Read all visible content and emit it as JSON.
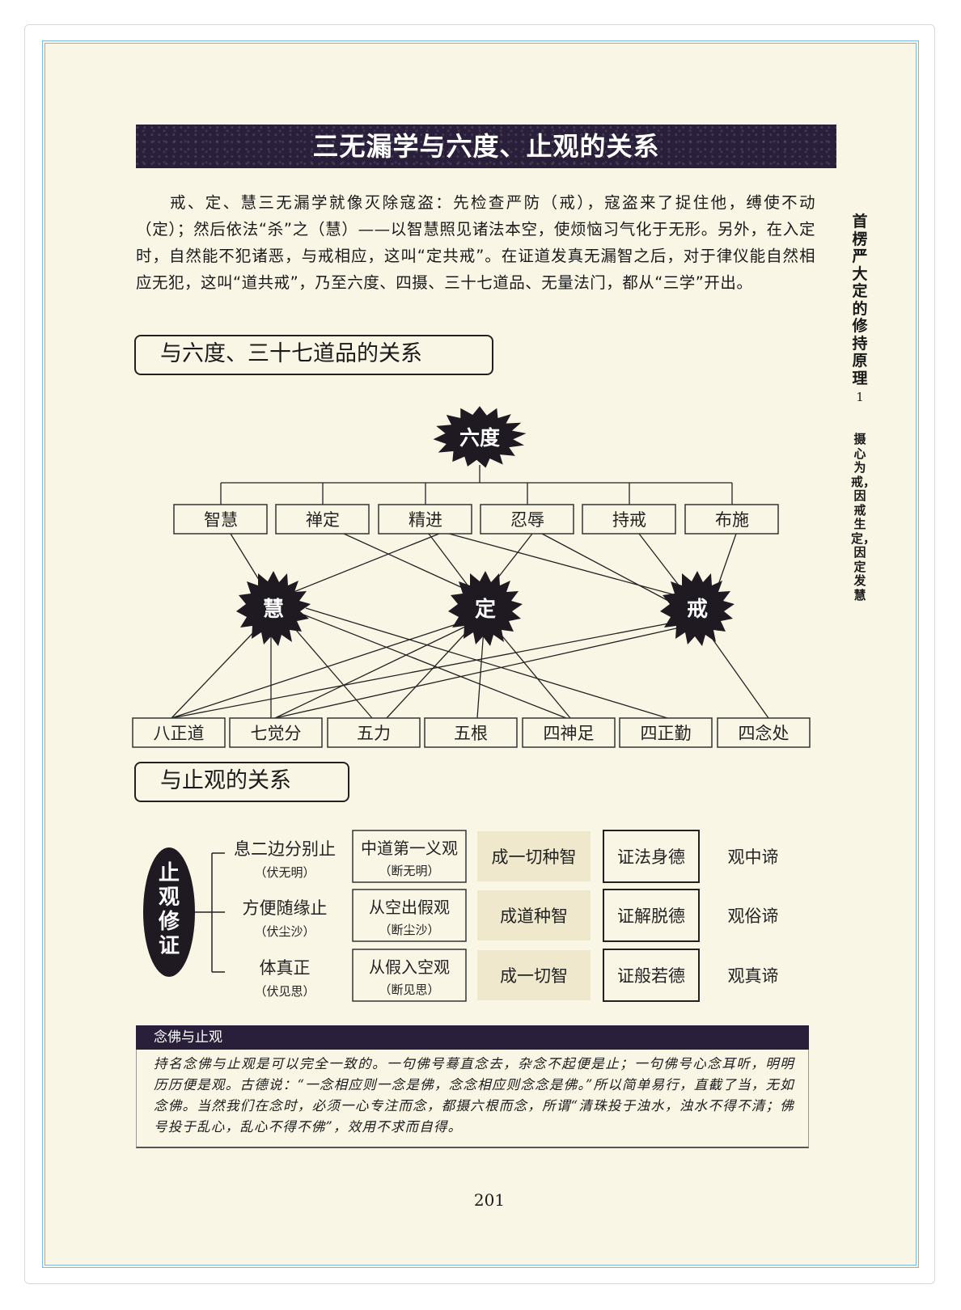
{
  "title": "三无漏学与六度、止观的关系",
  "intro": "戒、定、慧三无漏学就像灭除寇盗：先检查严防（戒），寇盗来了捉住他，缚使不动（定）；然后依法“杀”之（慧）——以智慧照见诸法本空，使烦恼习气化于无形。另外，在入定时，自然能不犯诸恶，与戒相应，这叫“定共戒”。在证道发真无漏智之后，对于律仪能自然相应无犯，这叫“道共戒”，乃至六度、四摄、三十七道品、无量法门，都从“三学”开出。",
  "section1_title": "与六度、三十七道品的关系",
  "section2_title": "与止观的关系",
  "side_header": {
    "book_title": "首楞严大定的修持原理",
    "number": "1",
    "chapter": "摄心为戒，因戒生定，因定发慧"
  },
  "diagram1": {
    "root": "六度",
    "six_perfections": [
      "智慧",
      "禅定",
      "精进",
      "忍辱",
      "持戒",
      "布施"
    ],
    "three_studies": [
      "慧",
      "定",
      "戒"
    ],
    "path_factors": [
      "八正道",
      "七觉分",
      "五力",
      "五根",
      "四神足",
      "四正勤",
      "四念处"
    ]
  },
  "diagram2": {
    "label": "止观修证",
    "rows": [
      {
        "zhi": "息二边分别止",
        "zhi_note": "（伏无明）",
        "guan": "中道第一义观",
        "guan_note": "（断无明）",
        "wisdom": "成一切种智",
        "virtue": "证法身德",
        "truth": "观中谛"
      },
      {
        "zhi": "方便随缘止",
        "zhi_note": "（伏尘沙）",
        "guan": "从空出假观",
        "guan_note": "（断尘沙）",
        "wisdom": "成道种智",
        "virtue": "证解脱德",
        "truth": "观俗谛"
      },
      {
        "zhi": "体真正",
        "zhi_note": "（伏见思）",
        "guan": "从假入空观",
        "guan_note": "（断见思）",
        "wisdom": "成一切智",
        "virtue": "证般若德",
        "truth": "观真谛"
      }
    ]
  },
  "note": {
    "heading": "念佛与止观",
    "text": "持名念佛与止观是可以完全一致的。一句佛号蓦直念去，杂念不起便是止；一句佛号心念耳听，明明历历便是观。古德说：“一念相应则一念是佛，念念相应则念念是佛。”所以简单易行，直截了当，无如念佛。当然我们在念时，必须一心专注而念，都摄六根而念，所谓“清珠投于浊水，浊水不得不清；佛号投于乱心，乱心不得不佛”，效用不求而自得。"
  },
  "page_number": "201",
  "colors": {
    "frame_blue": "#7fb7e0",
    "paper": "#faf6e6",
    "dark_banner": "#2a1f3a"
  }
}
